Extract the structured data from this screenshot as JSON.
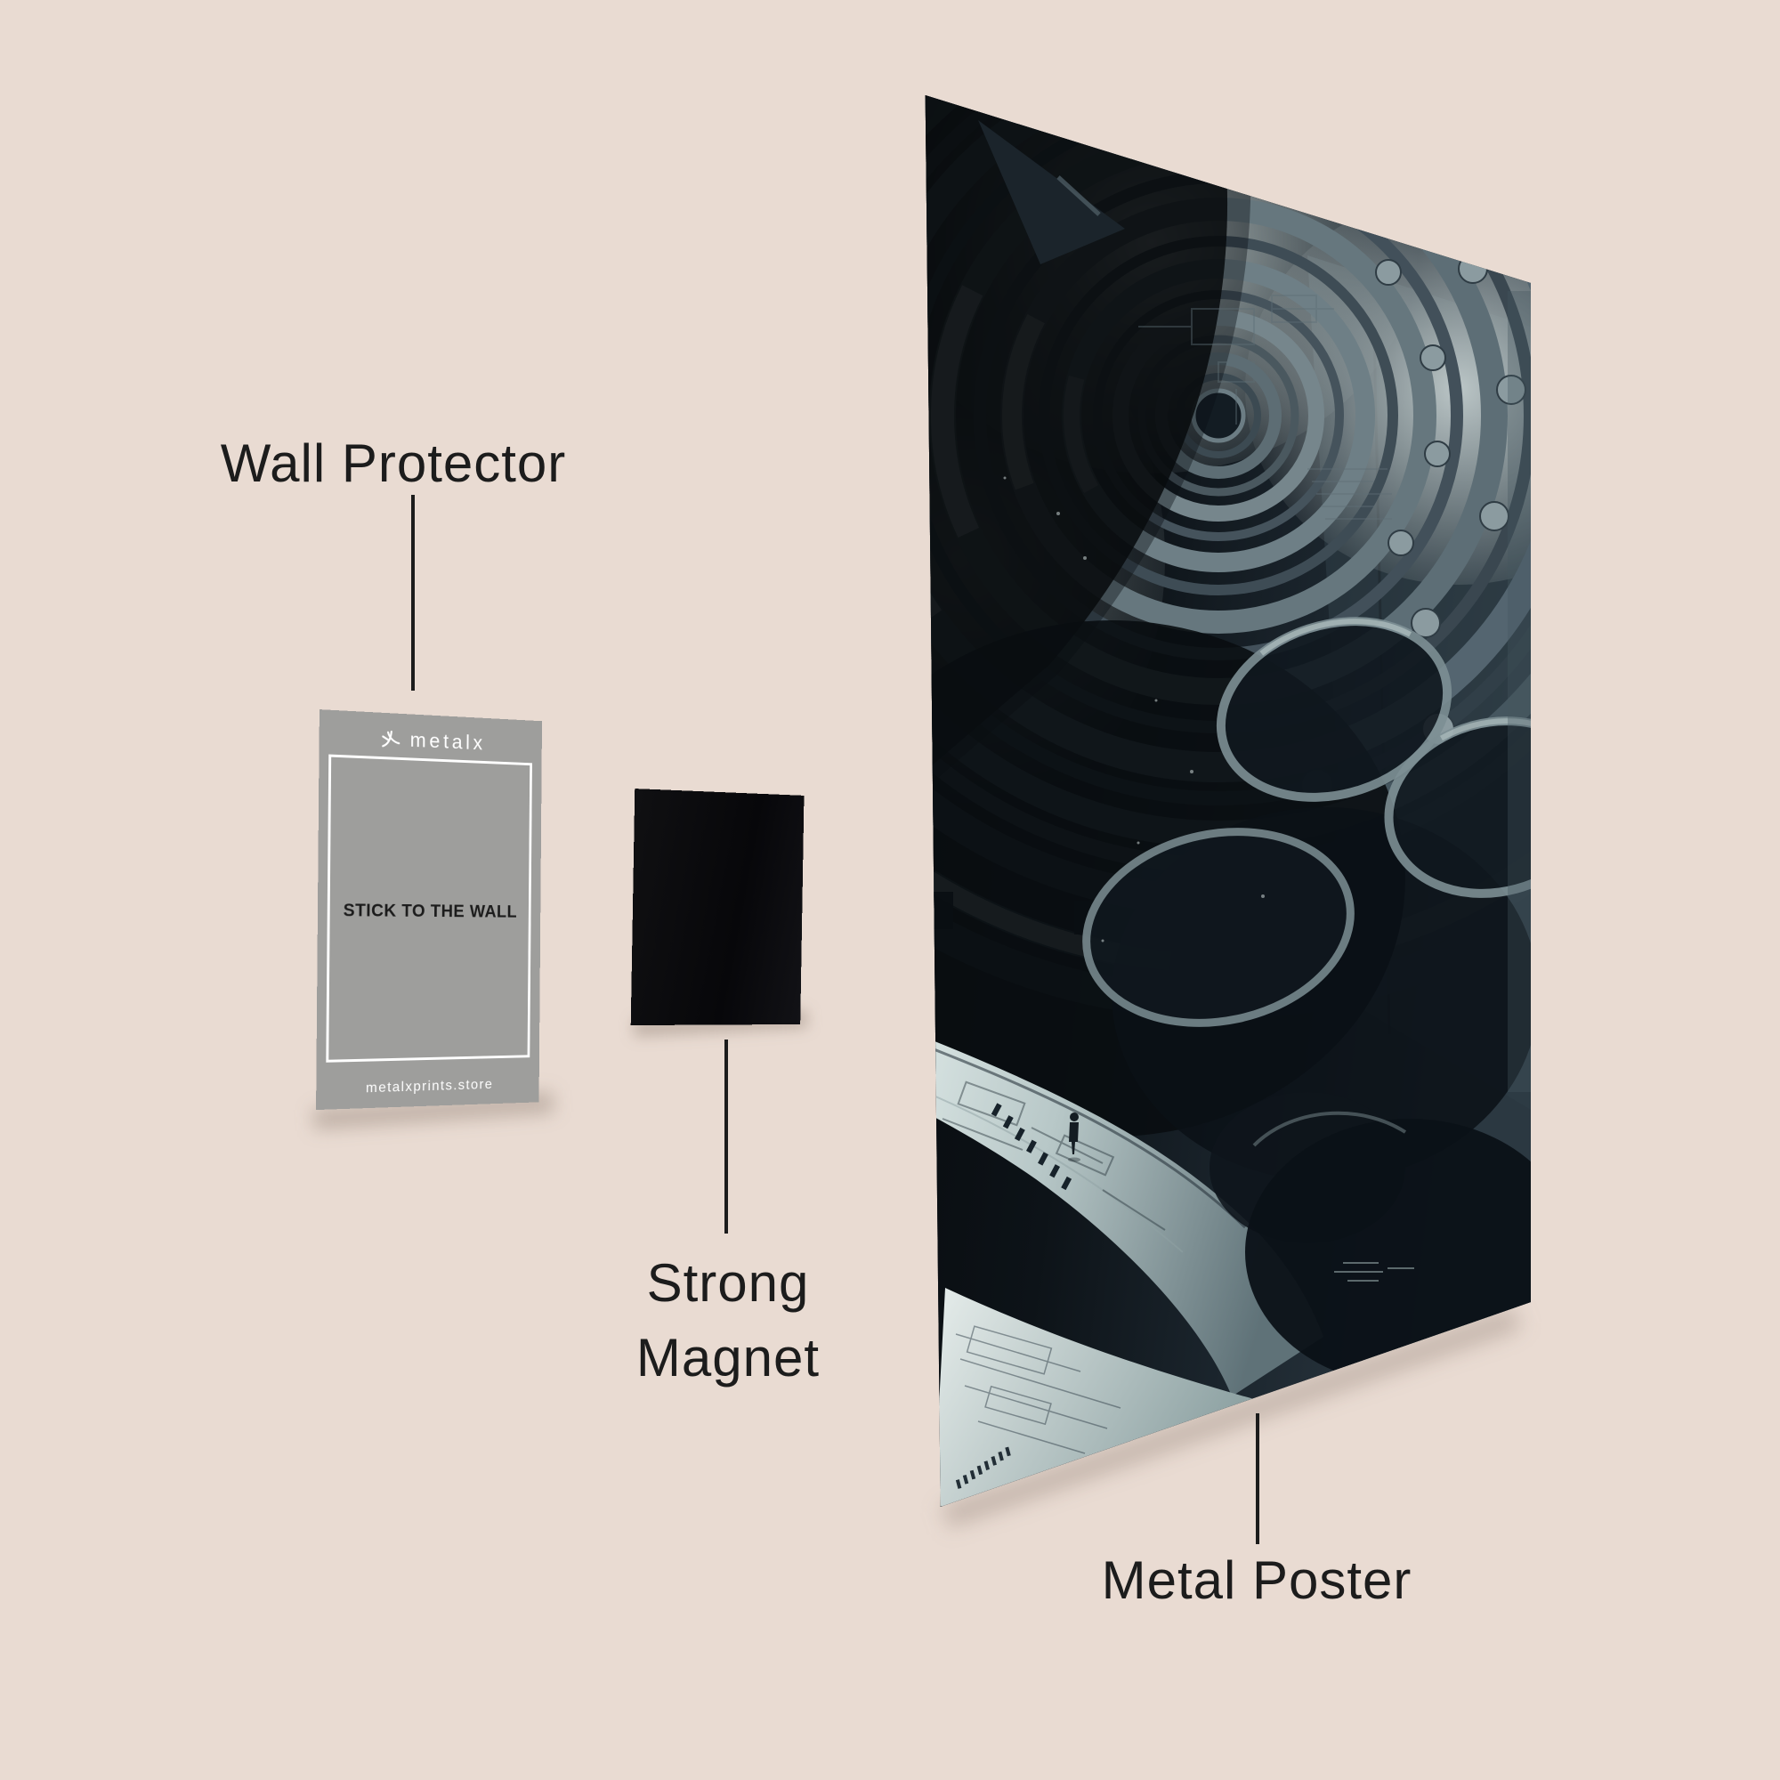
{
  "page": {
    "background": "#e9dbd2",
    "ink": "#1c1c1c"
  },
  "callouts": {
    "wall_protector": {
      "label": "Wall Protector"
    },
    "strong_magnet": {
      "line1": "Strong",
      "line2": "Magnet"
    },
    "metal_poster": {
      "label": "Metal Poster"
    }
  },
  "card": {
    "brand": "metalx",
    "sticker_text": "STICK TO THE WALL",
    "website": "metalxprints.store",
    "color": "#9e9e9c",
    "frame_color": "#ffffff"
  },
  "magnet": {
    "color": "#0a0a0c"
  },
  "poster": {
    "artwork": "sci-fi-vault-concept-art",
    "palette": {
      "base": "#0d1319",
      "ring": "#5d6f76",
      "highlight": "#e2ebea",
      "walkway": "#c2d0d0",
      "glow": "#eef4f3"
    }
  }
}
